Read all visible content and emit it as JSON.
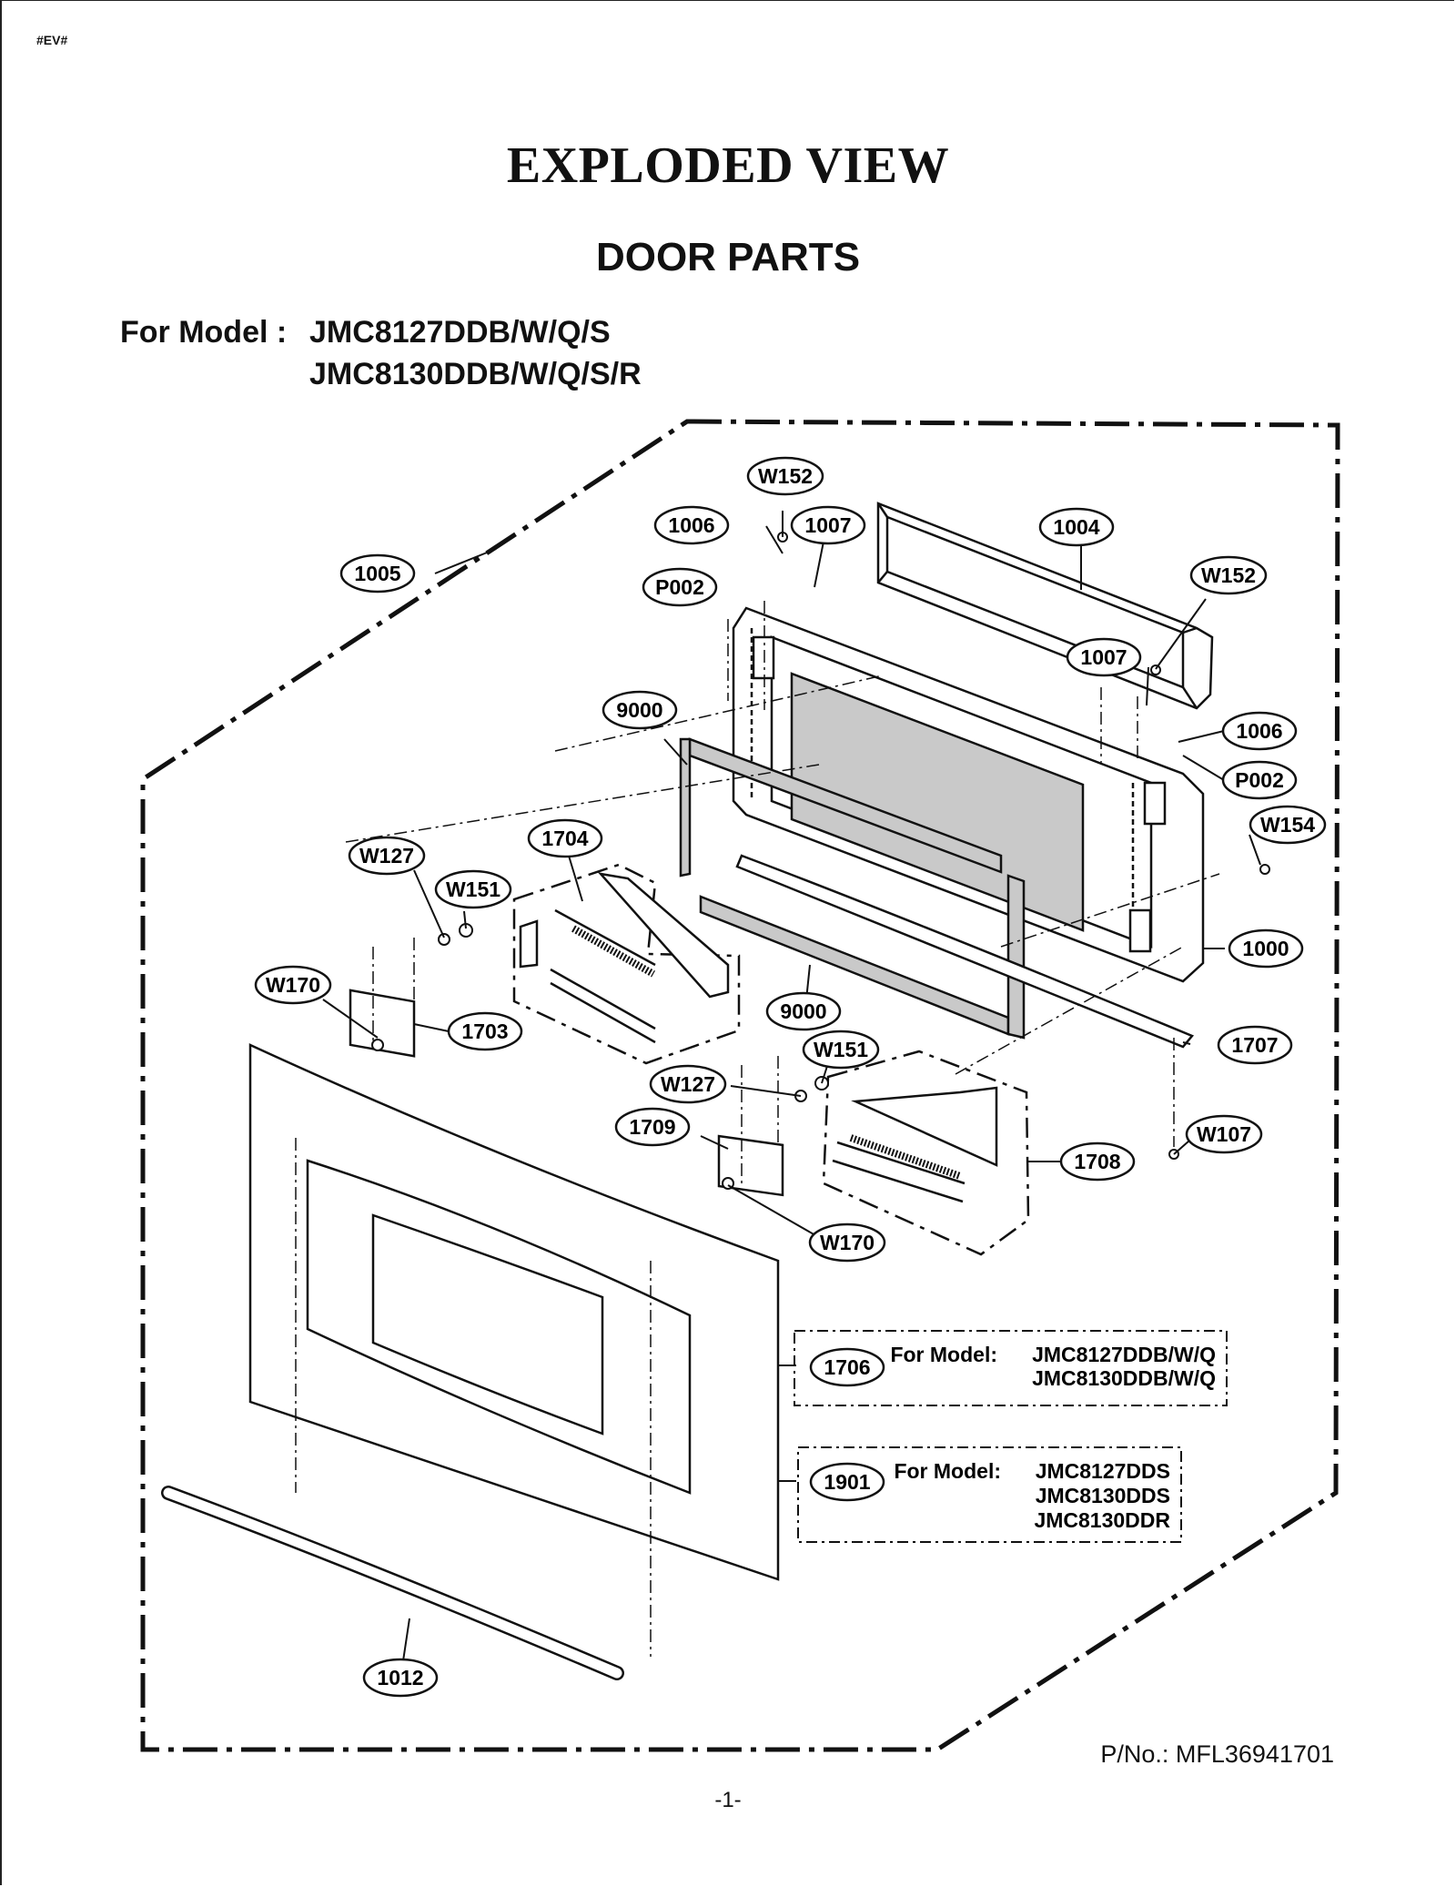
{
  "header": {
    "tag": "#EV#",
    "title": "EXPLODED VIEW",
    "subtitle": "DOOR PARTS",
    "model_label": "For Model :",
    "models": [
      "JMC8127DDB/W/Q/S",
      "JMC8130DDB/W/Q/S/R"
    ]
  },
  "callouts": {
    "c1005": "1005",
    "c1006a": "1006",
    "c1007a": "1007",
    "cW152a": "W152",
    "cP002a": "P002",
    "c1004": "1004",
    "cW152b": "W152",
    "c1007b": "1007",
    "c1006b": "1006",
    "cP002b": "P002",
    "cW154": "W154",
    "c9000a": "9000",
    "c1704": "1704",
    "cW127a": "W127",
    "cW151a": "W151",
    "c1000": "1000",
    "cW170a": "W170",
    "c1703": "1703",
    "c9000b": "9000",
    "c1707": "1707",
    "cW151b": "W151",
    "cW127b": "W127",
    "c1709": "1709",
    "cW107": "W107",
    "c1708": "1708",
    "cW170b": "W170",
    "c1706": "1706",
    "c1901": "1901",
    "c1012": "1012"
  },
  "notes": {
    "note_1706": {
      "label": "For Model:",
      "models": [
        "JMC8127DDB/W/Q",
        "JMC8130DDB/W/Q"
      ]
    },
    "note_1901": {
      "label": "For Model:",
      "models": [
        "JMC8127DDS",
        "JMC8130DDS",
        "JMC8130DDR"
      ]
    }
  },
  "footer": {
    "part_number": "P/No.: MFL36941701",
    "page_number": "-1-"
  }
}
